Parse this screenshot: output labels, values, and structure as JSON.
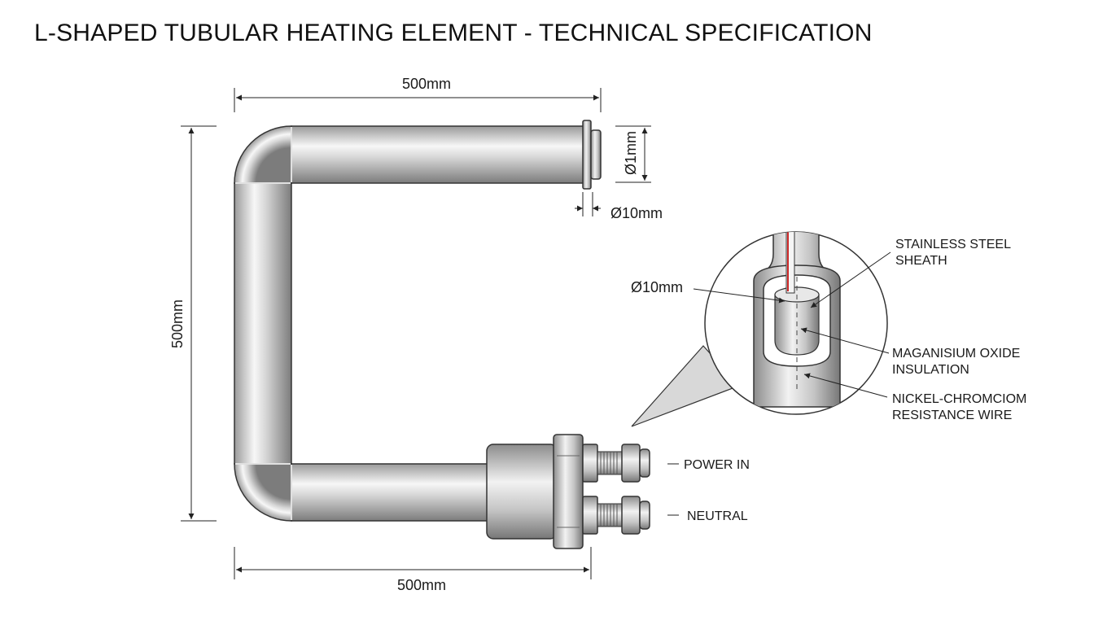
{
  "title": "L-SHAPED TUBULAR HEATING ELEMENT - TECHNICAL SPECIFICATION",
  "dimensions": {
    "top_width": "500mm",
    "left_height": "500mm",
    "bottom_width": "500mm",
    "tip_diameter_vertical": "Ø1mm",
    "tip_diameter": "Ø10mm",
    "detail_diameter": "Ø10mm"
  },
  "detail_callouts": {
    "sheath_line1": "STAINLESS STEEL",
    "sheath_line2": "SHEATH",
    "insulation_line1": "MAGANISIUM OXIDE",
    "insulation_line2": "INSULATION",
    "wire_line1": "NICKEL-CHROMCIOM",
    "wire_line2": "RESISTANCE WIRE"
  },
  "terminals": {
    "power_in": "POWER IN",
    "neutral": "NEUTRAL"
  },
  "colors": {
    "line": "#222222",
    "steel_light": "#f4f4f4",
    "steel_dark": "#8a8a8a",
    "wire": "#cc2a2a"
  }
}
